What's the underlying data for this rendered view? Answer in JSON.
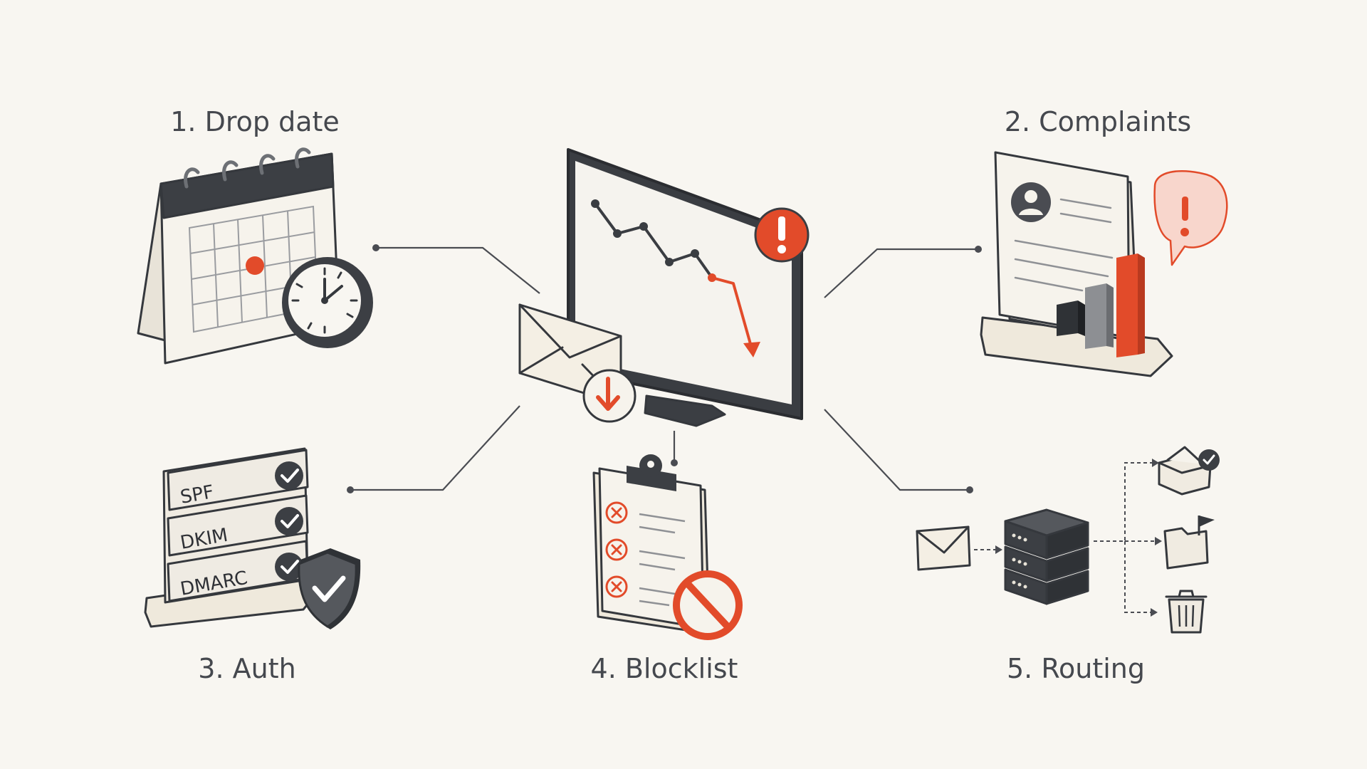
{
  "diagram": {
    "steps": [
      {
        "id": "drop-date",
        "label": "1. Drop date"
      },
      {
        "id": "complaints",
        "label": "2. Complaints"
      },
      {
        "id": "auth",
        "label": "3. Auth"
      },
      {
        "id": "blocklist",
        "label": "4. Blocklist"
      },
      {
        "id": "routing",
        "label": "5. Routing"
      }
    ],
    "auth_checks": [
      "SPF",
      "DKIM",
      "DMARC"
    ]
  },
  "colors": {
    "background": "#f8f6f1",
    "accent": "#e24b2a",
    "ink": "#35383d",
    "label": "#45484e",
    "paper": "#f6f3ec"
  }
}
